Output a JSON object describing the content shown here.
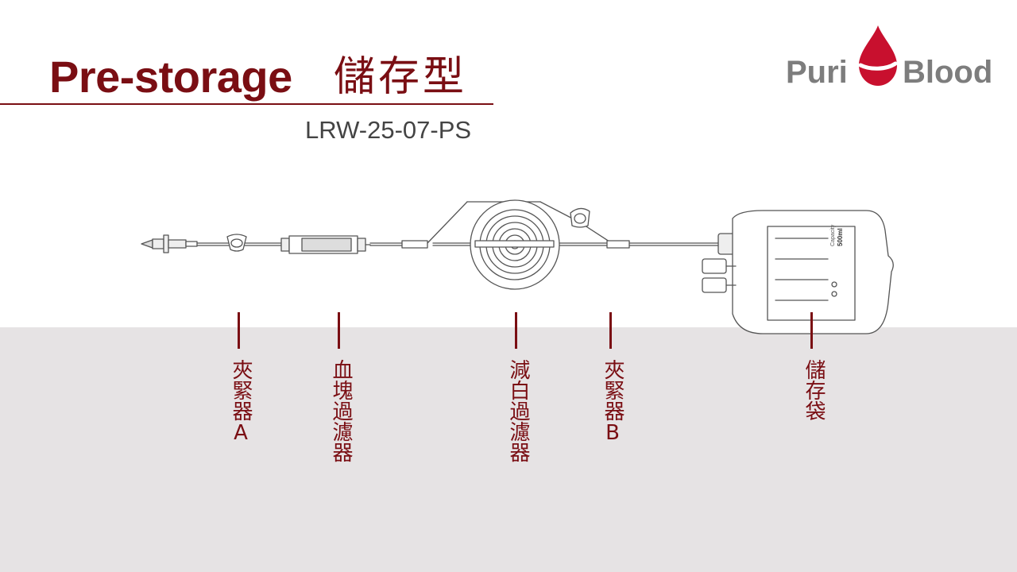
{
  "header": {
    "title_en": "Pre-storage",
    "title_zh": "儲存型",
    "model": "LRW-25-07-PS"
  },
  "logo": {
    "left_text": "Puri",
    "right_text": "Blood",
    "drop_color": "#c8102e",
    "text_color": "#7d7d7d"
  },
  "labels": [
    {
      "id": "clamp-a",
      "text": "夾緊器A"
    },
    {
      "id": "clot-filter",
      "text": "血塊過濾器"
    },
    {
      "id": "leuko-filter",
      "text": "減白過濾器"
    },
    {
      "id": "clamp-b",
      "text": "夾緊器B"
    },
    {
      "id": "storage-bag",
      "text": "儲存袋"
    }
  ],
  "bag_label": {
    "capacity_title": "Capacity",
    "capacity_value": "500ml"
  },
  "colors": {
    "accent": "#7a0e13",
    "lower_background": "#e6e3e4"
  }
}
